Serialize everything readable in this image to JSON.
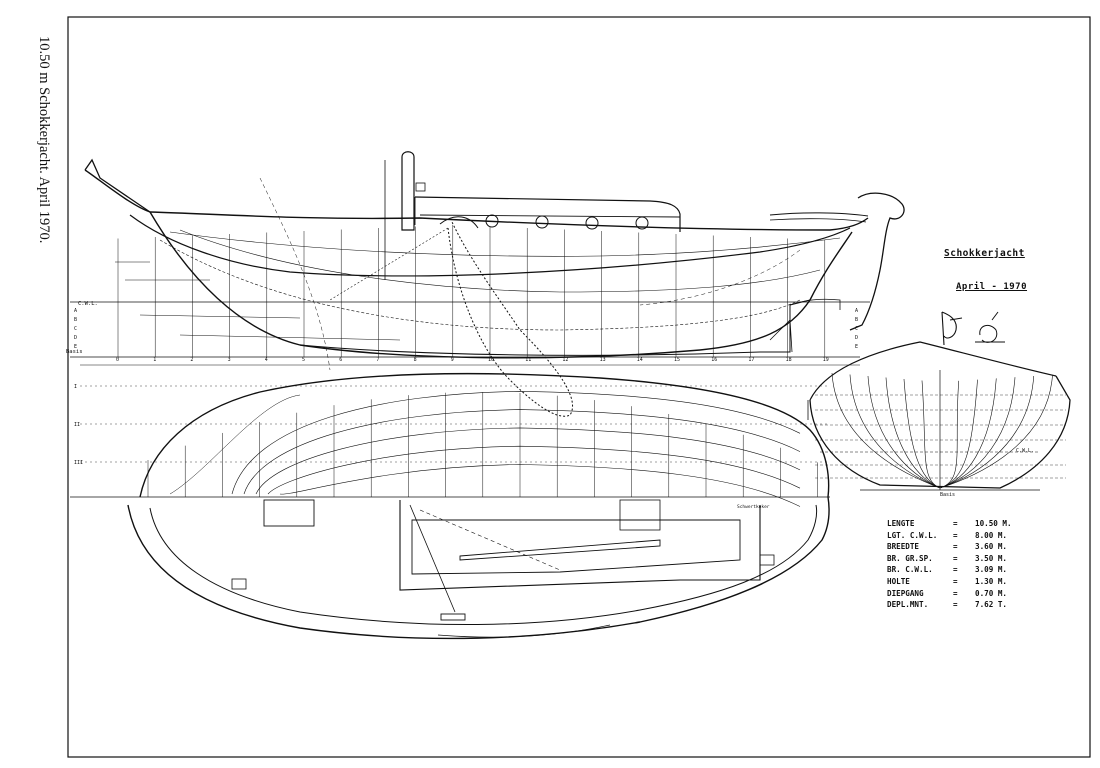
{
  "sheet_title": "10.50 m Schokkerjacht. April 1970.",
  "drawing_title": "Schokkerjacht",
  "drawing_date": "April - 1970",
  "specs": [
    {
      "key": "Lengte",
      "eq": "=",
      "value": "10.50 M."
    },
    {
      "key": "Lgt. C.W.L.",
      "eq": "=",
      "value": "8.00 M."
    },
    {
      "key": "Breedte",
      "eq": "=",
      "value": "3.60 M."
    },
    {
      "key": "Br. Gr.Sp.",
      "eq": "=",
      "value": "3.50 M."
    },
    {
      "key": "Br. C.W.L.",
      "eq": "=",
      "value": "3.09 M."
    },
    {
      "key": "Holte",
      "eq": "=",
      "value": "1.30 M."
    },
    {
      "key": "Diepgang",
      "eq": "=",
      "value": "0.70 M."
    },
    {
      "key": "Depl.Mnt.",
      "eq": "=",
      "value": "7.62 T."
    }
  ],
  "profile": {
    "station_numbers": [
      "0",
      "1",
      "2",
      "3",
      "4",
      "5",
      "6",
      "7",
      "8",
      "9",
      "10",
      "11",
      "12",
      "13",
      "14",
      "15",
      "16",
      "17",
      "18",
      "19"
    ],
    "basis_label": "Basis",
    "cwl_label": "C.W.L.",
    "waterline_labels": [
      "A",
      "B",
      "C",
      "D",
      "E"
    ],
    "buttock_labels": [
      "I",
      "II",
      "III"
    ]
  },
  "body_plan": {
    "cwl_label": "C.W.L.",
    "basis_label": "Basis"
  },
  "plan": {
    "label": "Schwertkoker"
  },
  "colors": {
    "ink": "#111111",
    "paper": "#ffffff"
  }
}
